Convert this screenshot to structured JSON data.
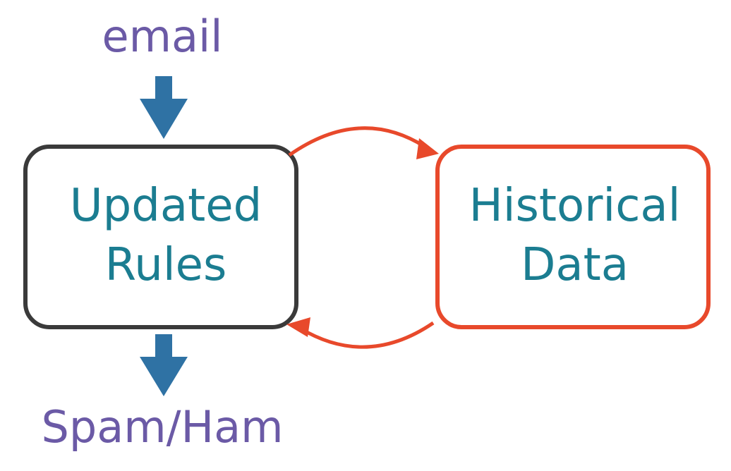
{
  "diagram": {
    "input": "email",
    "output": "Spam/Ham",
    "nodes": {
      "rules": {
        "line1": "Updated",
        "line2": "Rules",
        "border_color": "#3a3a3a"
      },
      "history": {
        "line1": "Historical",
        "line2": "Data",
        "border_color": "#e8492b"
      }
    },
    "colors": {
      "io_text": "#6b5aa6",
      "node_text": "#1b7d91",
      "flow_arrow": "#2f72a4",
      "loop_arrow": "#e8492b"
    }
  }
}
